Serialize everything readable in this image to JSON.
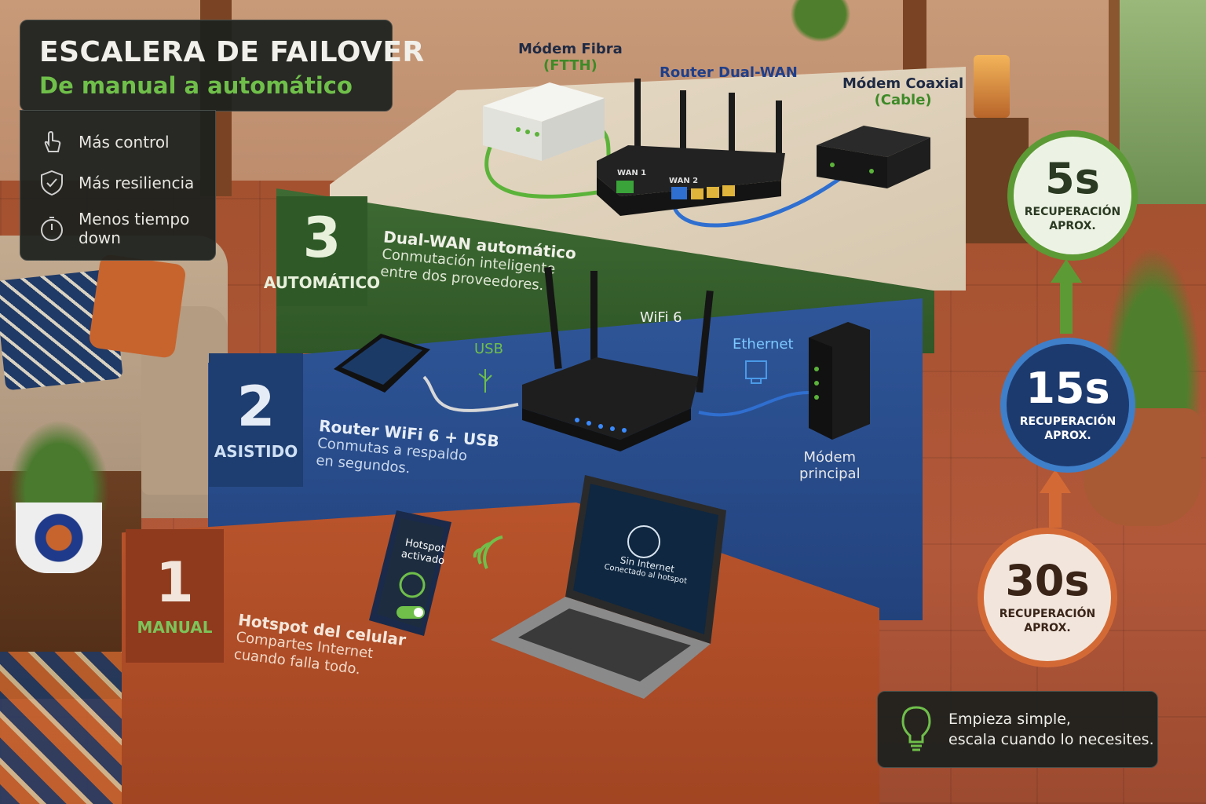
{
  "header": {
    "title": "ESCALERA DE FAILOVER",
    "subtitle": "De manual a automático"
  },
  "features": [
    {
      "icon": "hand-pointer-icon",
      "label": "Más control"
    },
    {
      "icon": "shield-check-icon",
      "label": "Más resiliencia"
    },
    {
      "icon": "stopwatch-icon",
      "label": "Menos tiempo down"
    }
  ],
  "steps": [
    {
      "number": "3",
      "level": "AUTOMÁTICO",
      "title": "Dual-WAN automático",
      "description": [
        "Conmutación inteligente",
        "entre dos proveedores."
      ]
    },
    {
      "number": "2",
      "level": "ASISTIDO",
      "title": "Router WiFi 6 + USB",
      "description": [
        "Conmutas a respaldo",
        "en segundos."
      ]
    },
    {
      "number": "1",
      "level": "MANUAL",
      "title": "Hotspot del celular",
      "description": [
        "Compartes Internet",
        "cuando falla todo."
      ]
    }
  ],
  "devices": {
    "modem_fibra": [
      "Módem Fibra",
      "(FTTH)"
    ],
    "router_dual_wan": "Router Dual-WAN",
    "modem_coaxial": [
      "Módem Coaxial",
      "(Cable)"
    ],
    "wan1_port": "WAN 1",
    "wan2_port": "WAN 2",
    "wifi6": "WiFi 6",
    "usb": "USB",
    "ethernet": "Ethernet",
    "modem_principal": [
      "Módem",
      "principal"
    ],
    "hotspot_screen": [
      "Hotspot",
      "activado"
    ],
    "laptop_screen": {
      "title": "Sin Internet",
      "subtitle": "Conectado al hotspot"
    }
  },
  "recovery": [
    {
      "value": "5s",
      "caption": [
        "RECUPERACIÓN",
        "APROX."
      ],
      "color": "#5c9a35"
    },
    {
      "value": "15s",
      "caption": [
        "RECUPERACIÓN",
        "APROX."
      ],
      "color": "#3f7fc9"
    },
    {
      "value": "30s",
      "caption": [
        "RECUPERACIÓN",
        "APROX."
      ],
      "color": "#d36a36"
    }
  ],
  "tip": {
    "icon": "lightbulb-icon",
    "lines": [
      "Empieza simple,",
      "escala cuando lo necesites."
    ]
  },
  "colors": {
    "green": "#6fbf4a",
    "blue": "#2f5699",
    "orange": "#b9542c",
    "dark_panel": "#1c201e"
  }
}
